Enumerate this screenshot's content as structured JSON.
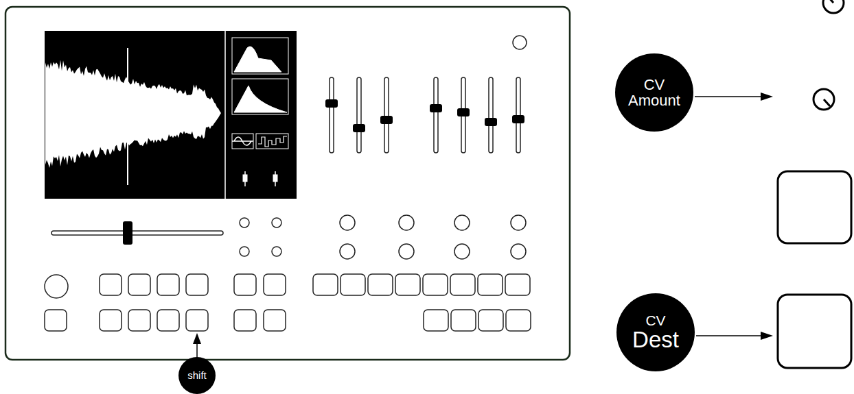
{
  "diagram": {
    "nodes": [
      {
        "text": [
          "CV Amount"
        ]
      },
      {
        "text": [
          "CV",
          "Dest"
        ]
      },
      {
        "text": [
          "shift"
        ]
      }
    ]
  }
}
